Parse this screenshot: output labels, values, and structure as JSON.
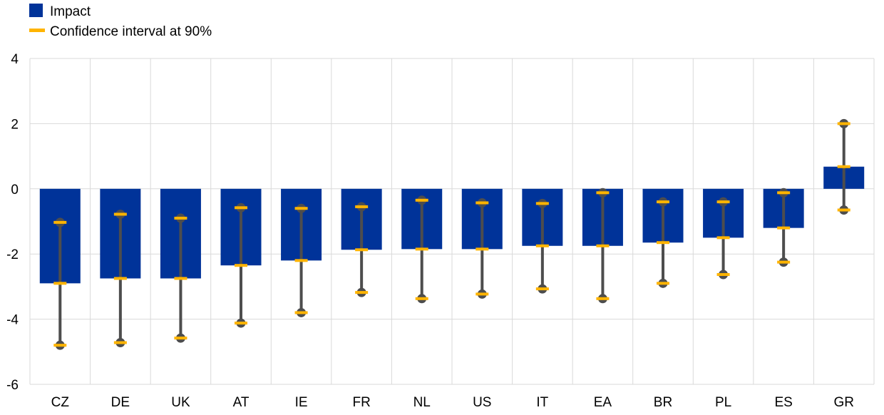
{
  "chart_data": {
    "type": "bar",
    "categories": [
      "CZ",
      "DE",
      "UK",
      "AT",
      "IE",
      "FR",
      "NL",
      "US",
      "IT",
      "EA",
      "BR",
      "PL",
      "ES",
      "GR"
    ],
    "series": [
      {
        "name": "Impact",
        "values": [
          -2.9,
          -2.75,
          -2.75,
          -2.35,
          -2.2,
          -1.87,
          -1.85,
          -1.85,
          -1.75,
          -1.75,
          -1.65,
          -1.5,
          -1.2,
          0.68
        ]
      }
    ],
    "confidence_interval": {
      "name": "Confidence interval at 90%",
      "lower": [
        -4.8,
        -4.72,
        -4.58,
        -4.12,
        -3.8,
        -3.18,
        -3.37,
        -3.23,
        -3.07,
        -3.37,
        -2.9,
        -2.63,
        -2.25,
        -0.65
      ],
      "upper": [
        -1.03,
        -0.78,
        -0.9,
        -0.58,
        -0.6,
        -0.55,
        -0.35,
        -0.43,
        -0.45,
        -0.12,
        -0.4,
        -0.4,
        -0.12,
        2.0
      ]
    },
    "yticks": [
      4,
      2,
      0,
      -2,
      -4,
      -6
    ],
    "ylim": [
      -6,
      4
    ],
    "grid": true,
    "legend_position": "top-left",
    "colors": {
      "bar": "#003399",
      "ci_marker": "#FFB400",
      "whisker": "#4d4d4d",
      "grid": "#d9d9d9"
    }
  }
}
